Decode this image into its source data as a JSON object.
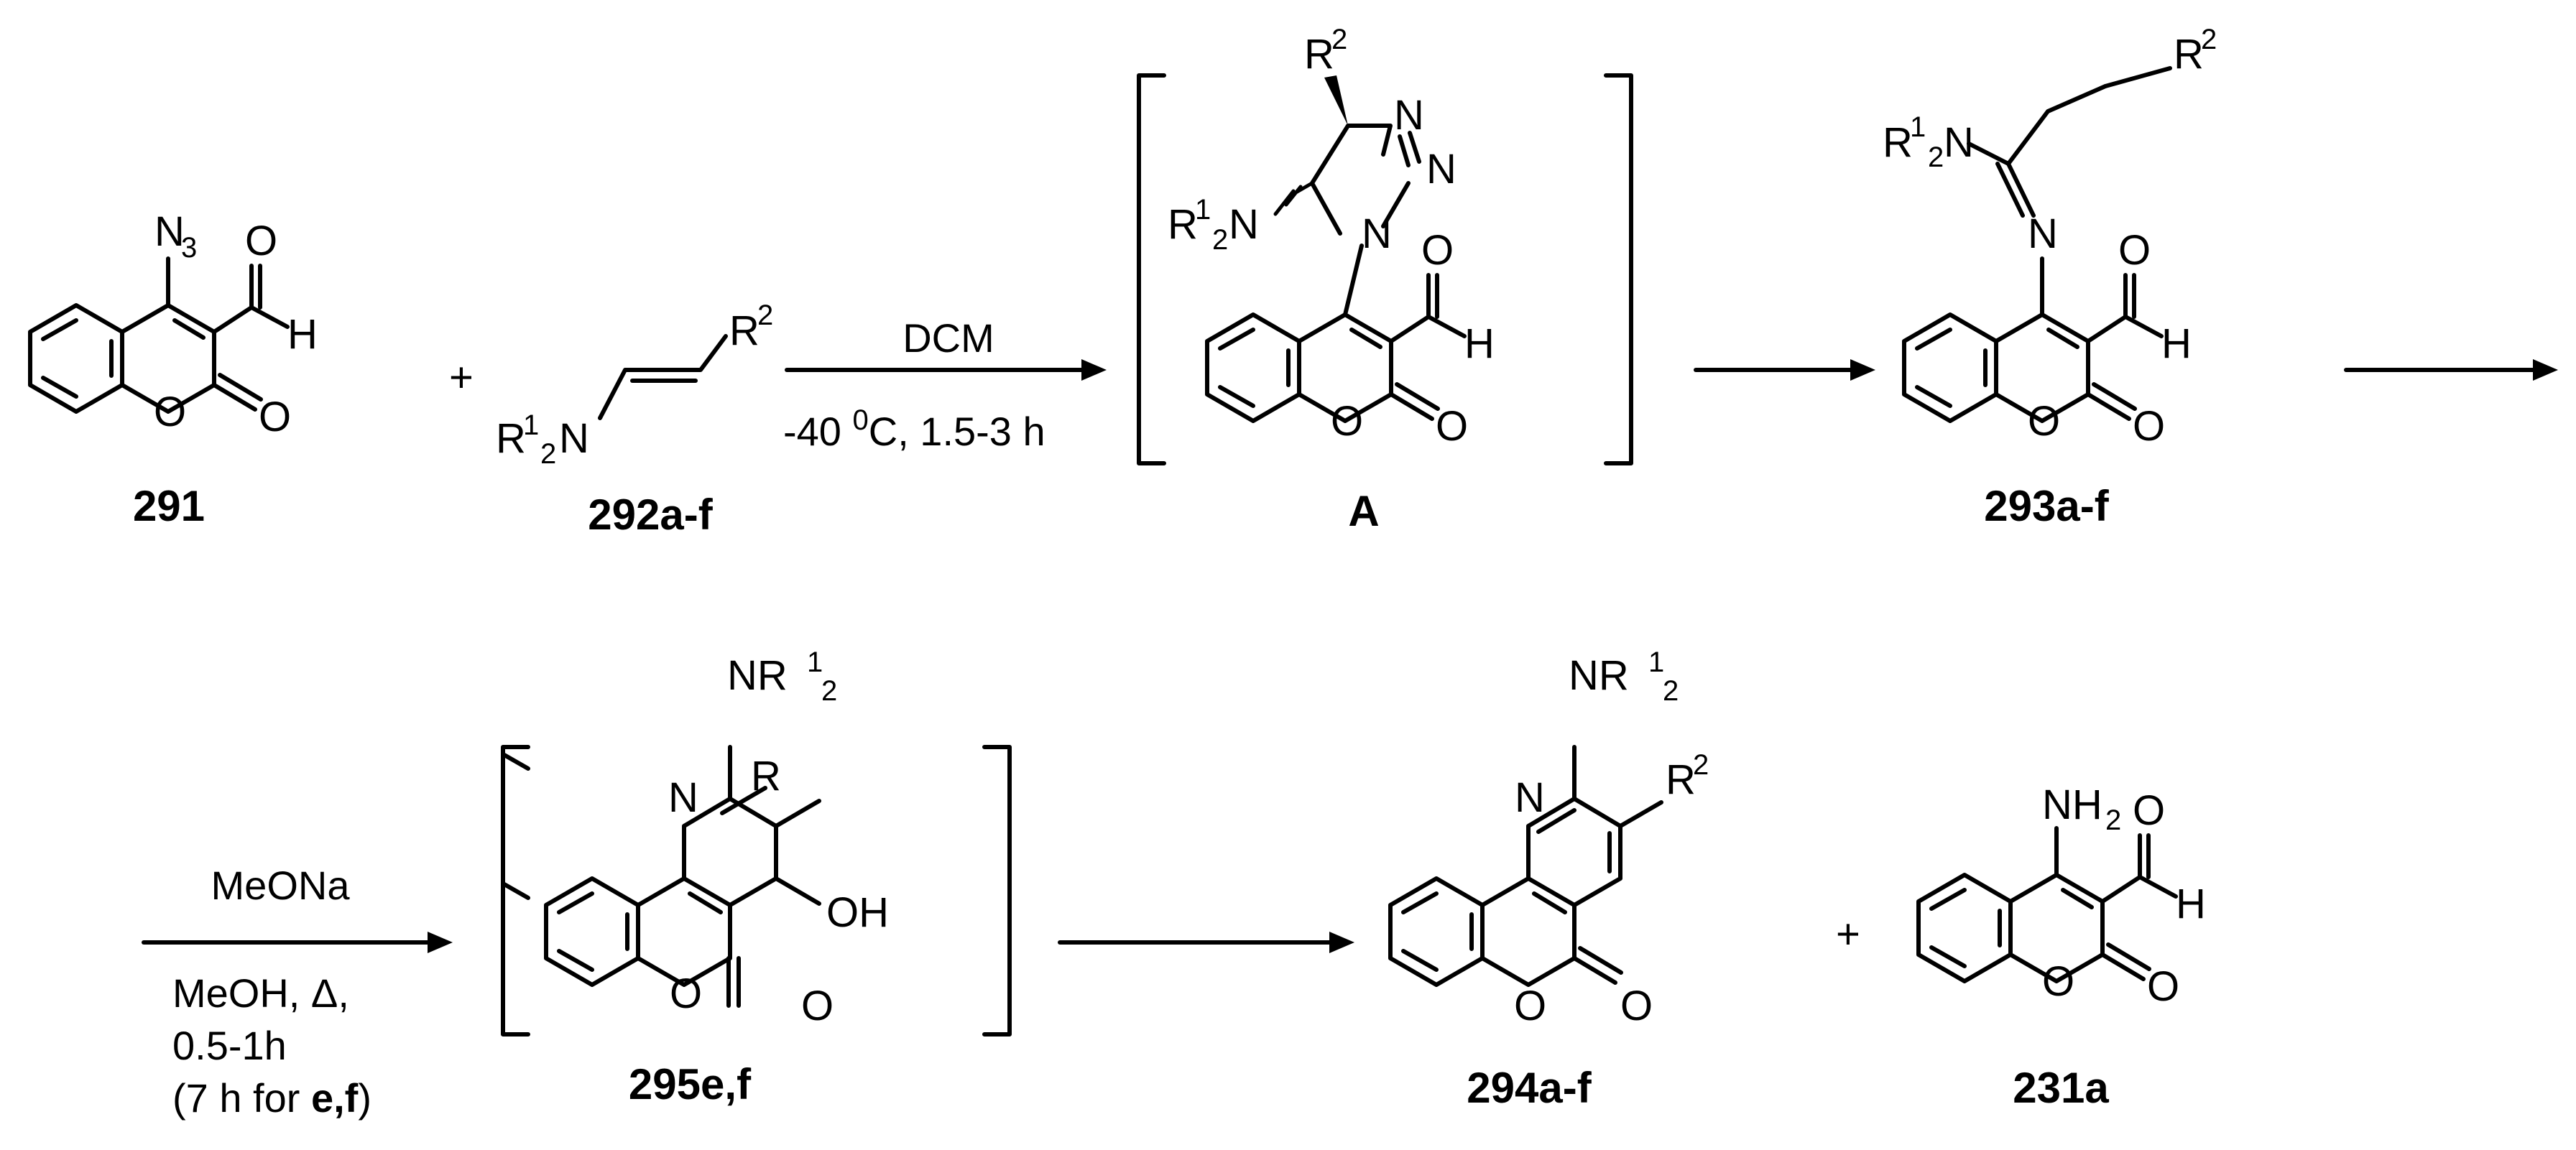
{
  "compounds": {
    "c291": "291",
    "c292": "292a-f",
    "cA": "A",
    "c293": "293a-f",
    "c295": "295e,f",
    "c294": "294a-f",
    "c231": "231a"
  },
  "atoms": {
    "N3_N": "N",
    "N3_sub": "3",
    "O": "O",
    "H": "H",
    "N": "N",
    "R": "R",
    "sup1": "1",
    "sup2": "2",
    "sub2": "2",
    "OH": "OH",
    "NH": "NH",
    "plus": "+"
  },
  "conditions": {
    "step1_reagent": "DCM",
    "step1_temp_num": "-40 ",
    "step1_temp_sup": "0",
    "step1_temp_rest": "C, 1.5-3 h",
    "step4_reagent": "MeONa",
    "step4_line1": "MeOH, Δ,",
    "step4_line2": "0.5-1h",
    "step4_line3_a": "(7 h for ",
    "step4_line3_b": "e,f",
    "step4_line3_c": ")"
  }
}
